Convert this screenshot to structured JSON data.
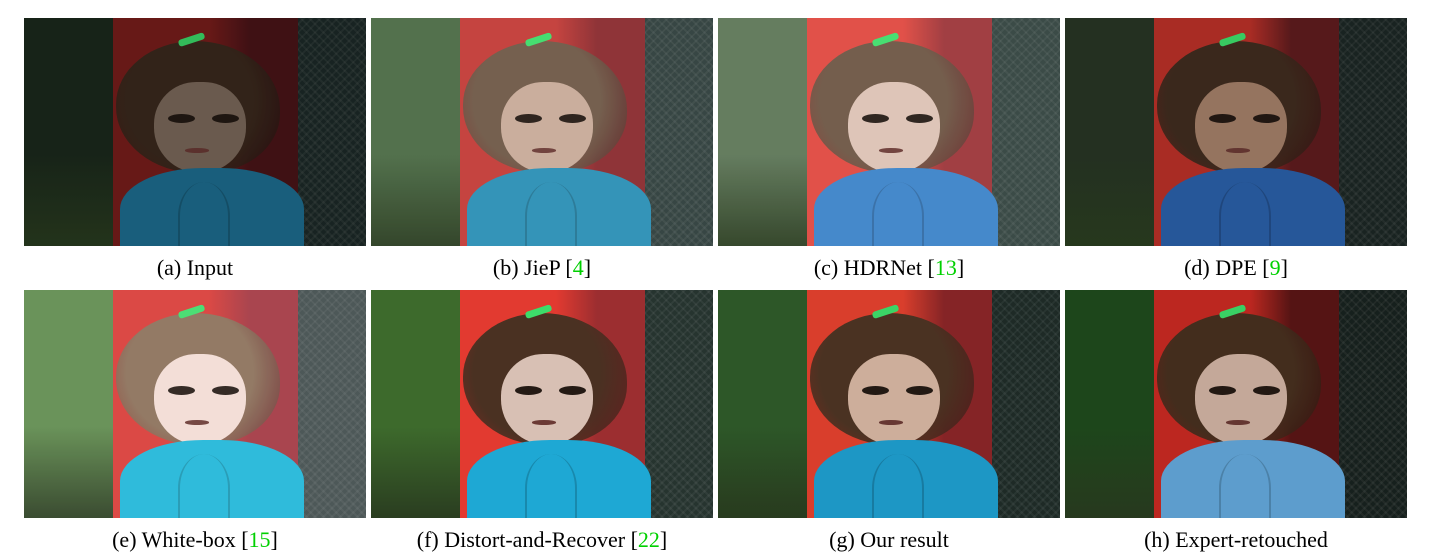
{
  "panels": [
    {
      "id": "a",
      "caption_pre": "(a) Input",
      "ref": "",
      "caption_post": "",
      "colors": {
        "left": "#1c2a1d",
        "red": "#7a1e1c",
        "red2": "#4a1418",
        "net": "#1d2a28",
        "hair": "#3b2a1e",
        "face": "#7d6a5c",
        "hoodie": "#1e6f92",
        "overlay": "rgba(0,0,0,0.15)"
      }
    },
    {
      "id": "b",
      "caption_pre": "(b) JieP [",
      "ref": "4",
      "caption_post": "]",
      "colors": {
        "left": "#4a6a44",
        "red": "#c23a36",
        "red2": "#8a2a2e",
        "net": "#2d3d3a",
        "hair": "#6e5846",
        "face": "#c8aa98",
        "hoodie": "#2a8fb5",
        "overlay": "rgba(255,255,255,0.05)"
      }
    },
    {
      "id": "c",
      "caption_pre": "(c) HDRNet [",
      "ref": "13",
      "caption_post": "]",
      "colors": {
        "left": "#5c7556",
        "red": "#e0473e",
        "red2": "#9c3438",
        "net": "#2f403c",
        "hair": "#6c5442",
        "face": "#dcc2b4",
        "hoodie": "#3a82c8",
        "overlay": "rgba(255,255,255,0.06)"
      }
    },
    {
      "id": "d",
      "caption_pre": "(d) DPE [",
      "ref": "9",
      "caption_post": "]",
      "colors": {
        "left": "#283524",
        "red": "#b83028",
        "red2": "#5e1c1e",
        "net": "#1c2624",
        "hair": "#3f2c1f",
        "face": "#a27e68",
        "hoodie": "#2a5fa6",
        "overlay": "rgba(0,0,0,0.08)"
      }
    },
    {
      "id": "e",
      "caption_pre": "(e) White-box [",
      "ref": "15",
      "caption_post": "]",
      "colors": {
        "left": "#5e8a4c",
        "red": "#d83a36",
        "red2": "#a23640",
        "net": "#3e4a4a",
        "hair": "#8a6f58",
        "face": "#f2dcd4",
        "hoodie": "#1eb6d8",
        "overlay": "rgba(255,255,255,0.08)"
      }
    },
    {
      "id": "f",
      "caption_pre": "(f) Distort-and-Recover [",
      "ref": "22",
      "caption_post": "]",
      "colors": {
        "left": "#3d6a2c",
        "red": "#e23a30",
        "red2": "#9c2e30",
        "net": "#26342f",
        "hair": "#4a3122",
        "face": "#d8c0b4",
        "hoodie": "#1ea8d4",
        "overlay": "rgba(0,0,0,0.0)"
      }
    },
    {
      "id": "g",
      "caption_pre": "(g) Our result",
      "ref": "",
      "caption_post": "",
      "colors": {
        "left": "#2f5a2a",
        "red": "#e0402e",
        "red2": "#8a2628",
        "net": "#1f2c28",
        "hair": "#4d3424",
        "face": "#d4b4a0",
        "hoodie": "#1e9ccc",
        "overlay": "rgba(0,0,0,0.03)"
      }
    },
    {
      "id": "h",
      "caption_pre": "(h) Expert-retouched",
      "ref": "",
      "caption_post": "",
      "colors": {
        "left": "#1f4a1d",
        "red": "#c72a22",
        "red2": "#5a1616",
        "net": "#18221f",
        "hair": "#47301f",
        "face": "#cfb2a2",
        "hoodie": "#62a6d8",
        "overlay": "rgba(0,0,0,0.05)"
      }
    }
  ]
}
